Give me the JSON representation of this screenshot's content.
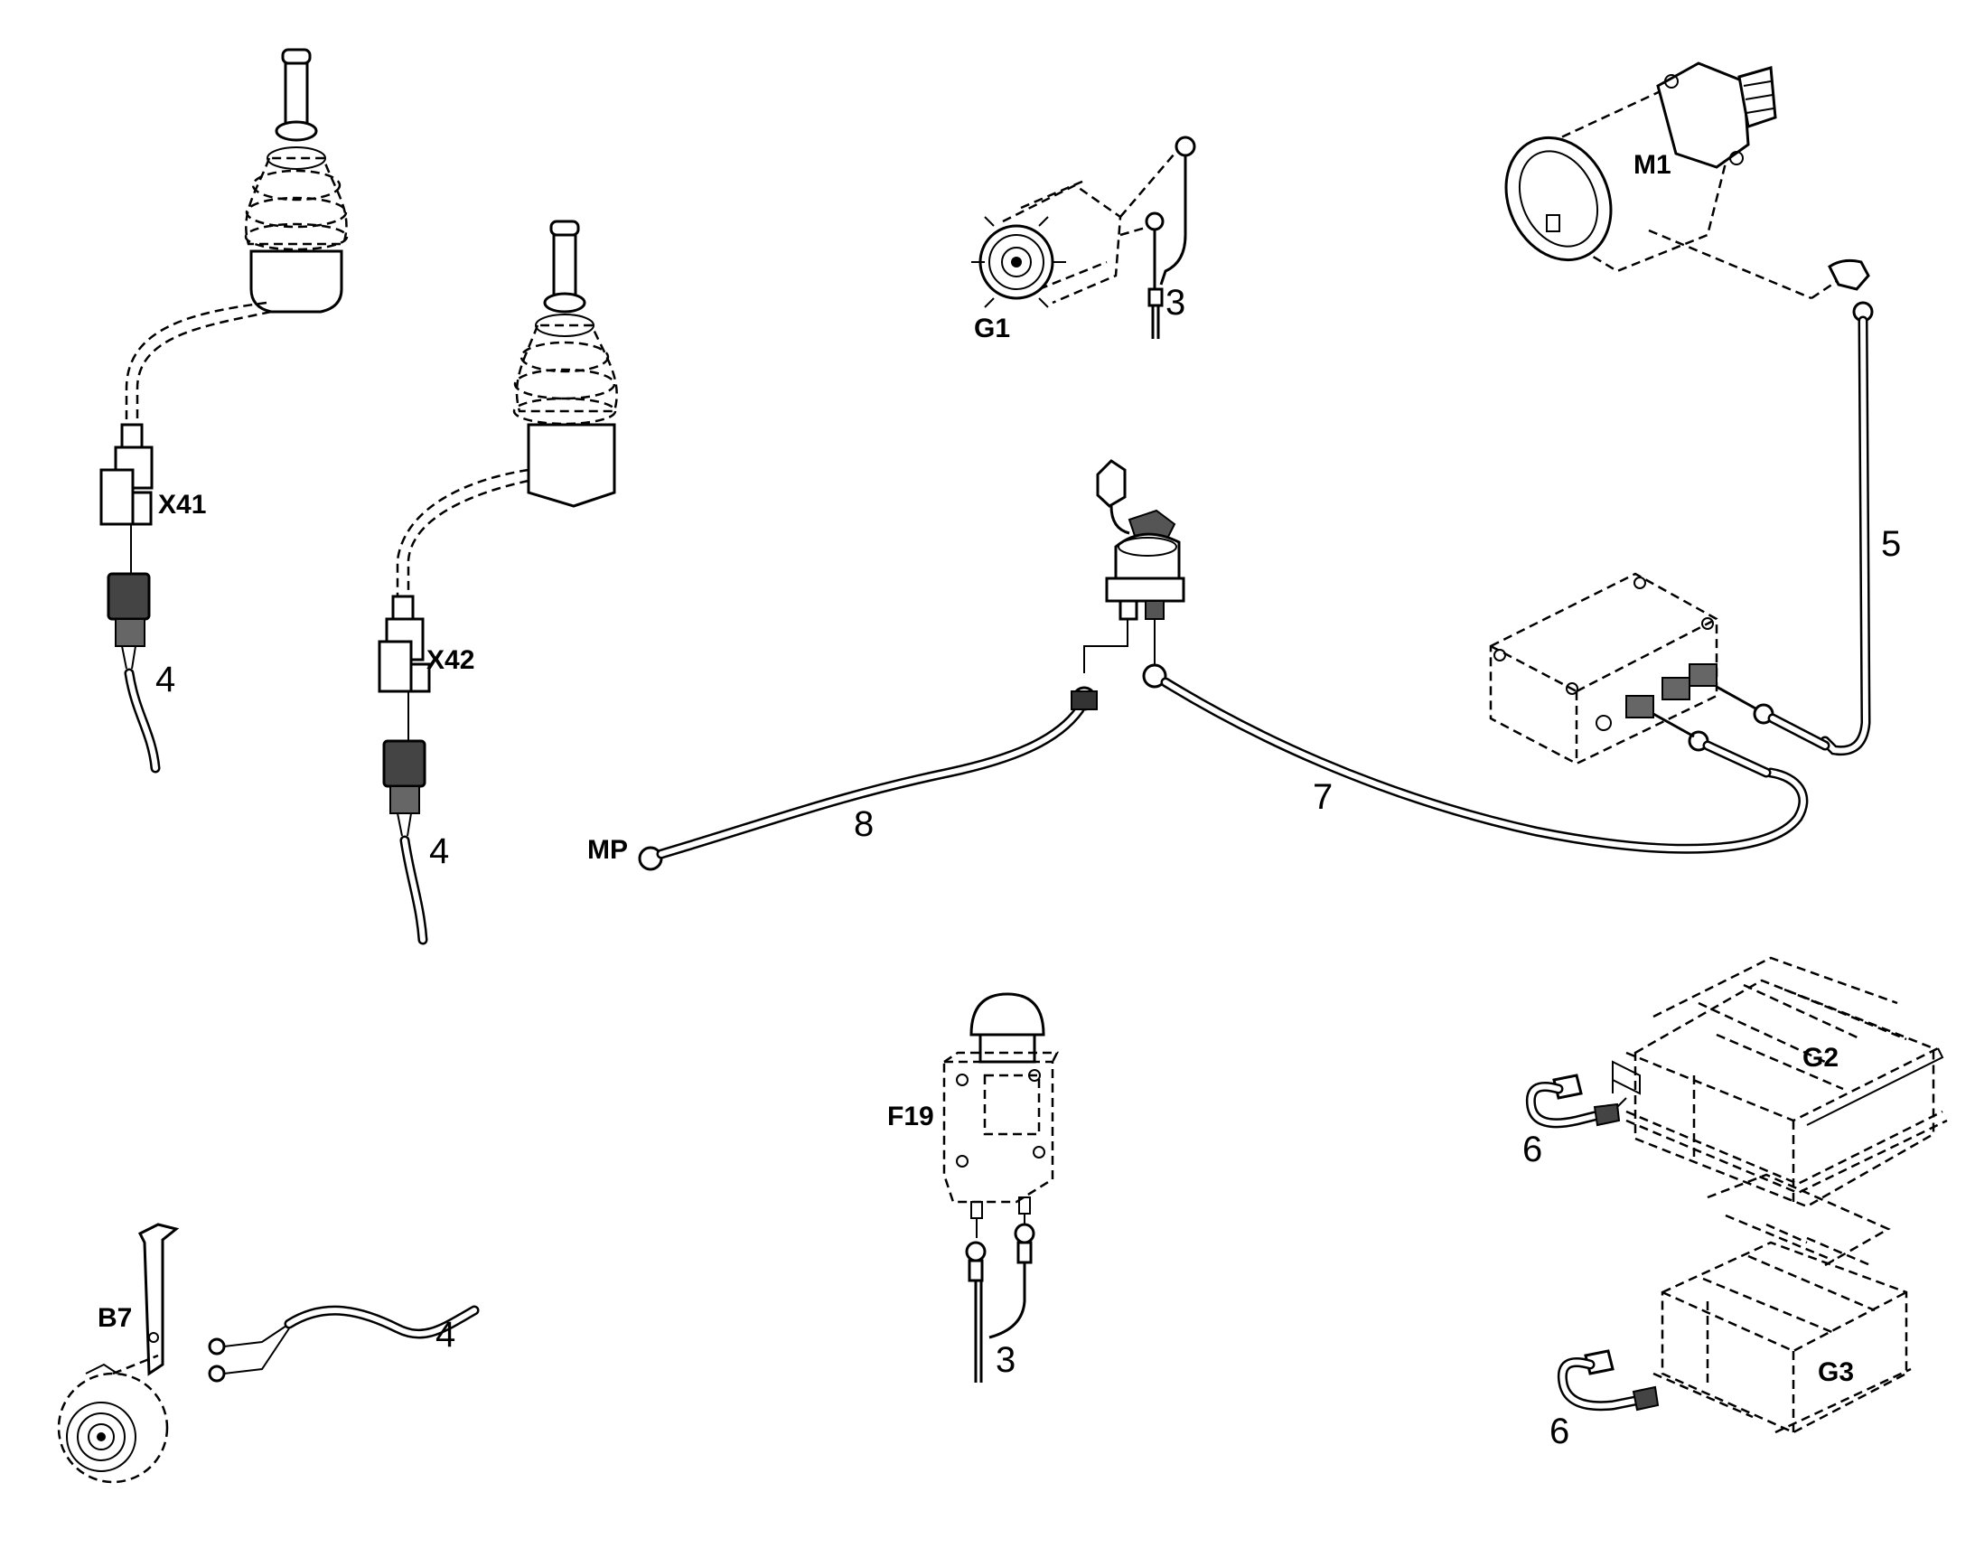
{
  "component_labels": {
    "x41": "X41",
    "x42": "X42",
    "g1": "G1",
    "m1": "M1",
    "mp": "MP",
    "f19": "F19",
    "g2": "G2",
    "g3": "G3",
    "b7": "B7"
  },
  "item_numbers": {
    "item3_alternator": "3",
    "item3_fuse": "3",
    "item4_x41": "4",
    "item4_x42": "4",
    "item4_horn": "4",
    "item5": "5",
    "item6_g2": "6",
    "item6_g3": "6",
    "item7": "7",
    "item8": "8"
  }
}
